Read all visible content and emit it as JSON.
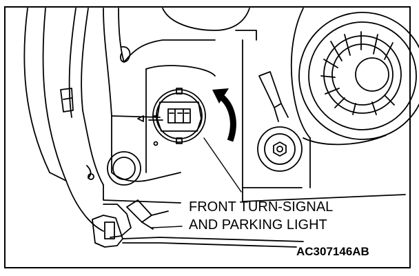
{
  "labels": {
    "component_line1": "FRONT TURN-SIGNAL",
    "component_line2": "AND PARKING LIGHT",
    "figure_code": "AC307146AB"
  },
  "colors": {
    "ink": "#000000",
    "paper": "#ffffff"
  }
}
